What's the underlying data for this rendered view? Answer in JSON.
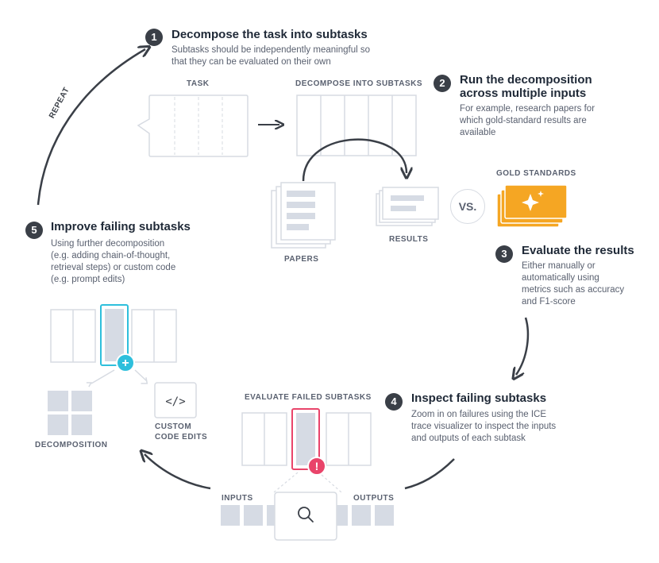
{
  "steps": [
    {
      "num": "1",
      "title": "Decompose the task into subtasks",
      "desc": [
        "Subtasks should be independently meaningful so",
        "that they can be evaluated on their own"
      ]
    },
    {
      "num": "2",
      "title": "Run the decomposition",
      "title2": "across multiple inputs",
      "desc": [
        "For example, research papers for",
        "which gold-standard results are",
        "available"
      ]
    },
    {
      "num": "3",
      "title": "Evaluate the results",
      "desc": [
        "Either manually or",
        "automatically using",
        "metrics such as accuracy",
        "and F1-score"
      ]
    },
    {
      "num": "4",
      "title": "Inspect failing subtasks",
      "desc": [
        "Zoom in on failures using the ICE",
        "trace visualizer to inspect the inputs",
        "and outputs of each subtask"
      ]
    },
    {
      "num": "5",
      "title": "Improve failing subtasks",
      "desc": [
        "Using further decomposition",
        "(e.g. adding chain-of-thought,",
        "retrieval steps) or custom code",
        "(e.g. prompt edits)"
      ]
    }
  ],
  "labels": {
    "task": "TASK",
    "decompose": "DECOMPOSE INTO SUBTASKS",
    "papers": "PAPERS",
    "results": "RESULTS",
    "gold": "GOLD STANDARDS",
    "vs": "VS.",
    "evaluate_failed": "EVALUATE FAILED SUBTASKS",
    "inputs": "INPUTS",
    "outputs": "OUTPUTS",
    "decomposition": "DECOMPOSITION",
    "custom_code_1": "CUSTOM",
    "custom_code_2": "CODE EDITS",
    "repeat": "REPEAT"
  },
  "icons": {
    "code": "</>",
    "plus": "+",
    "alert": "!"
  },
  "colors": {
    "dark": "#3a3f47",
    "text": "#5a6170",
    "line": "#d7dbe2",
    "fill": "#d6dbe4",
    "gold": "#f5a623",
    "gold_dark": "#e99a1a",
    "cyan": "#2ebfdc",
    "red": "#e9446a"
  }
}
